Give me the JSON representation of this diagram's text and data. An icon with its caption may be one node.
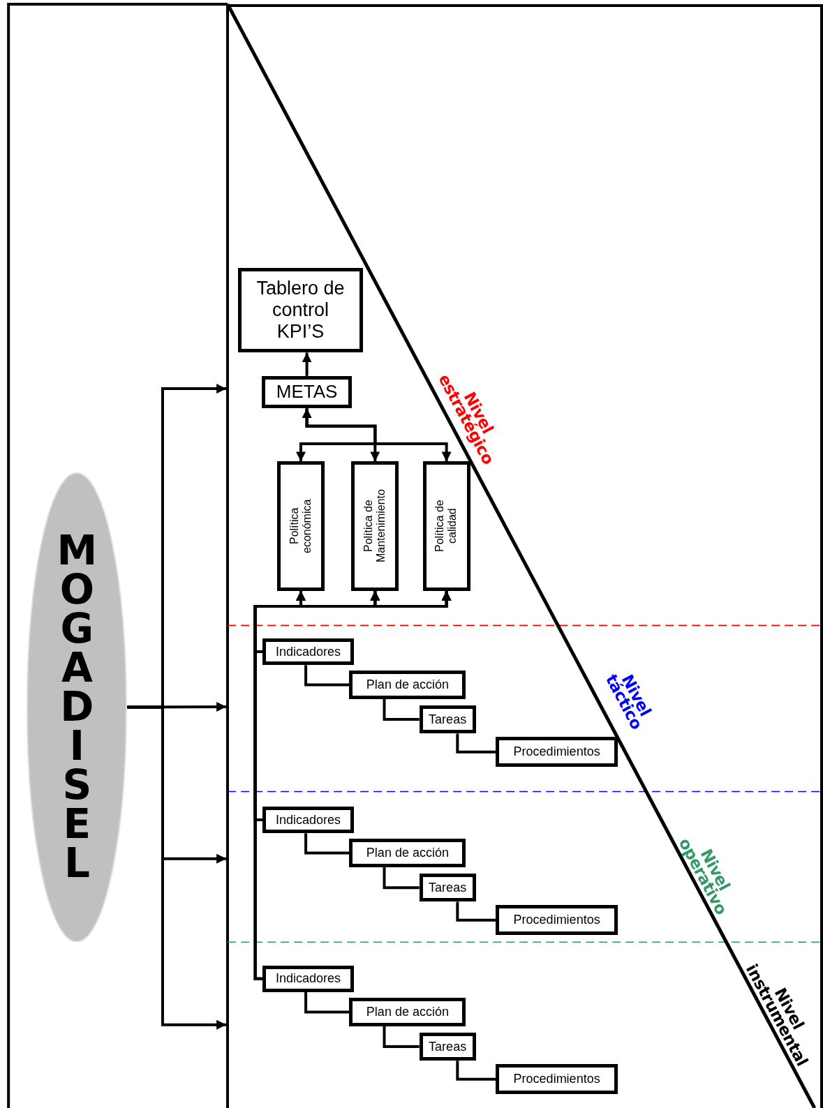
{
  "diagram": {
    "nodes": [
      {
        "text": [
          "MOGADISEL"
        ]
      },
      {
        "text": [],
        "shape": "box"
      },
      {
        "text": [
          "Tablero de control KPI’S"
        ],
        "in": 1
      },
      {
        "text": [
          "METAS"
        ],
        "in": 1
      },
      {
        "text": [
          "Política económica"
        ],
        "in": 1
      },
      {
        "text": [
          "Política de Mantenimiento"
        ],
        "in": 1
      },
      {
        "text": [
          "Política de calidad"
        ],
        "in": 1
      },
      {
        "text": [
          "Indicadores"
        ],
        "in": 1
      },
      {
        "text": [
          "Plan de acción"
        ],
        "in": 1
      },
      {
        "text": [
          "Tareas"
        ],
        "in": 1
      },
      {
        "text": [
          "Procedimientos"
        ],
        "in": 1
      },
      {
        "text": [
          "Indicadores"
        ],
        "in": 1
      },
      {
        "text": [
          "Plan de acción"
        ],
        "in": 1
      },
      {
        "text": [
          "Tareas"
        ],
        "in": 1
      },
      {
        "text": [
          "Procedimientos"
        ],
        "in": 1
      },
      {
        "text": [
          "Indicadores"
        ],
        "in": 1
      },
      {
        "text": [
          "Plan de acción"
        ],
        "in": 1
      },
      {
        "text": [
          "Tareas"
        ],
        "in": 1
      },
      {
        "text": [
          "Procedimientos"
        ],
        "in": 1
      }
    ],
    "edges": [
      {
        "from": 0,
        "to": 1,
        "arrow": "to"
      },
      {
        "from": 0,
        "to": 1,
        "arrow": "to"
      },
      {
        "from": 0,
        "to": 1,
        "arrow": "to"
      },
      {
        "from": 0,
        "to": 1,
        "arrow": "to"
      },
      {
        "from": 3,
        "to": 2,
        "arrow": "to"
      },
      {
        "from": 3,
        "to": 4,
        "arrow": "both"
      },
      {
        "from": 3,
        "to": 5,
        "arrow": "both"
      },
      {
        "from": 3,
        "to": 6,
        "arrow": "both"
      },
      {
        "from": 7,
        "to": 4,
        "arrow": "to"
      },
      {
        "from": 7,
        "to": 5,
        "arrow": "to"
      },
      {
        "from": 7,
        "to": 6,
        "arrow": "to"
      },
      {
        "from": 11,
        "to": 4,
        "arrow": "to"
      },
      {
        "from": 11,
        "to": 5,
        "arrow": "to"
      },
      {
        "from": 11,
        "to": 6,
        "arrow": "to"
      },
      {
        "from": 15,
        "to": 4,
        "arrow": "to"
      },
      {
        "from": 15,
        "to": 5,
        "arrow": "to"
      },
      {
        "from": 15,
        "to": 6,
        "arrow": "to"
      },
      {
        "from": 7,
        "to": 8,
        "arrow": "none"
      },
      {
        "from": 8,
        "to": 9,
        "arrow": "none"
      },
      {
        "from": 9,
        "to": 10,
        "arrow": "none"
      },
      {
        "from": 11,
        "to": 12,
        "arrow": "none"
      },
      {
        "from": 12,
        "to": 13,
        "arrow": "none"
      },
      {
        "from": 13,
        "to": 14,
        "arrow": "none"
      },
      {
        "from": 15,
        "to": 16,
        "arrow": "none"
      },
      {
        "from": 16,
        "to": 17,
        "arrow": "none"
      },
      {
        "from": 17,
        "to": 18,
        "arrow": "none"
      }
    ],
    "labels": [
      "Nivel estratégico",
      "Nivel táctico",
      "Nivel operativo",
      "Nivel instrumental"
    ]
  }
}
